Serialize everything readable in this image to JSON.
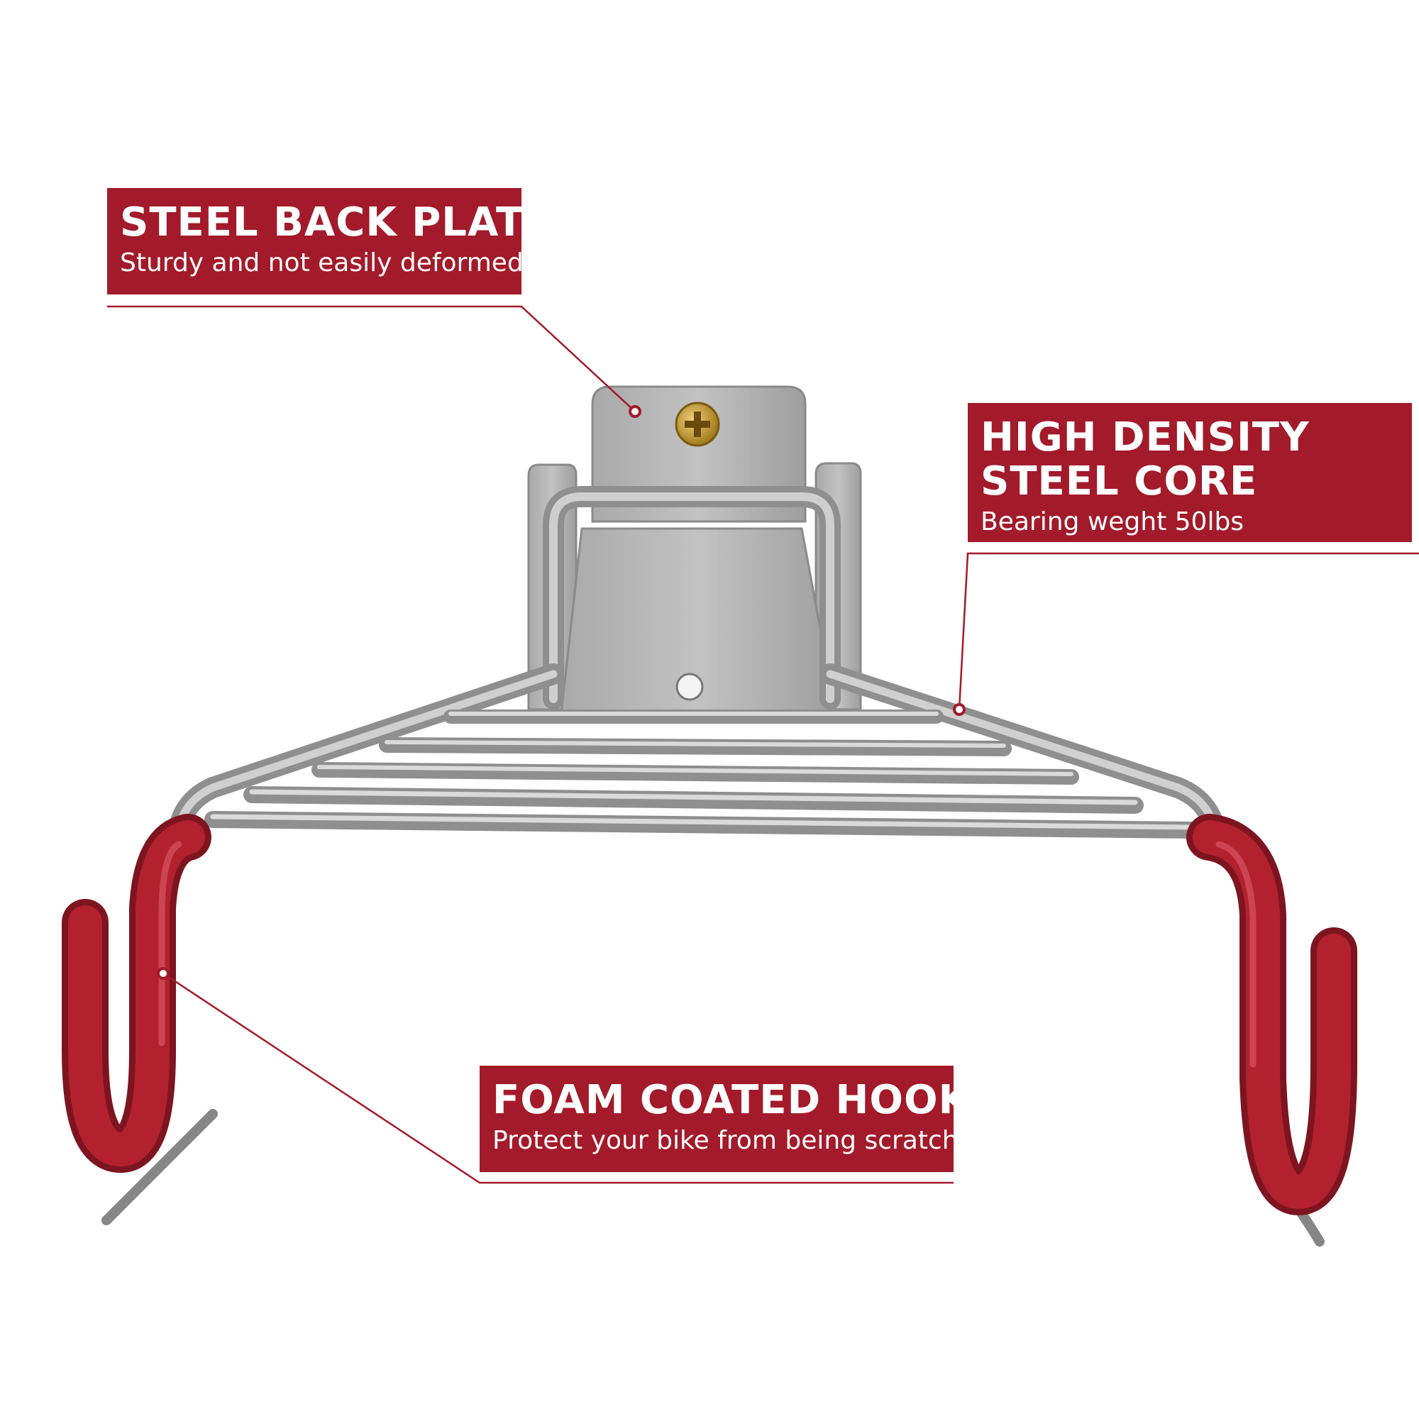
{
  "colors": {
    "accent": "#a31a2a",
    "steel": "#b9b9b9",
    "coating": "#b3212f",
    "background": "#ffffff"
  },
  "callouts": {
    "back_plate": {
      "title": "STEEL BACK PLATE",
      "subtitle": "Sturdy and not easily deformed"
    },
    "steel_core": {
      "title": "HIGH DENSITY STEEL CORE",
      "subtitle": "Bearing weght 50lbs"
    },
    "hooks": {
      "title": "FOAM COATED HOOKS",
      "subtitle": "Protect your bike from being scratched"
    }
  }
}
